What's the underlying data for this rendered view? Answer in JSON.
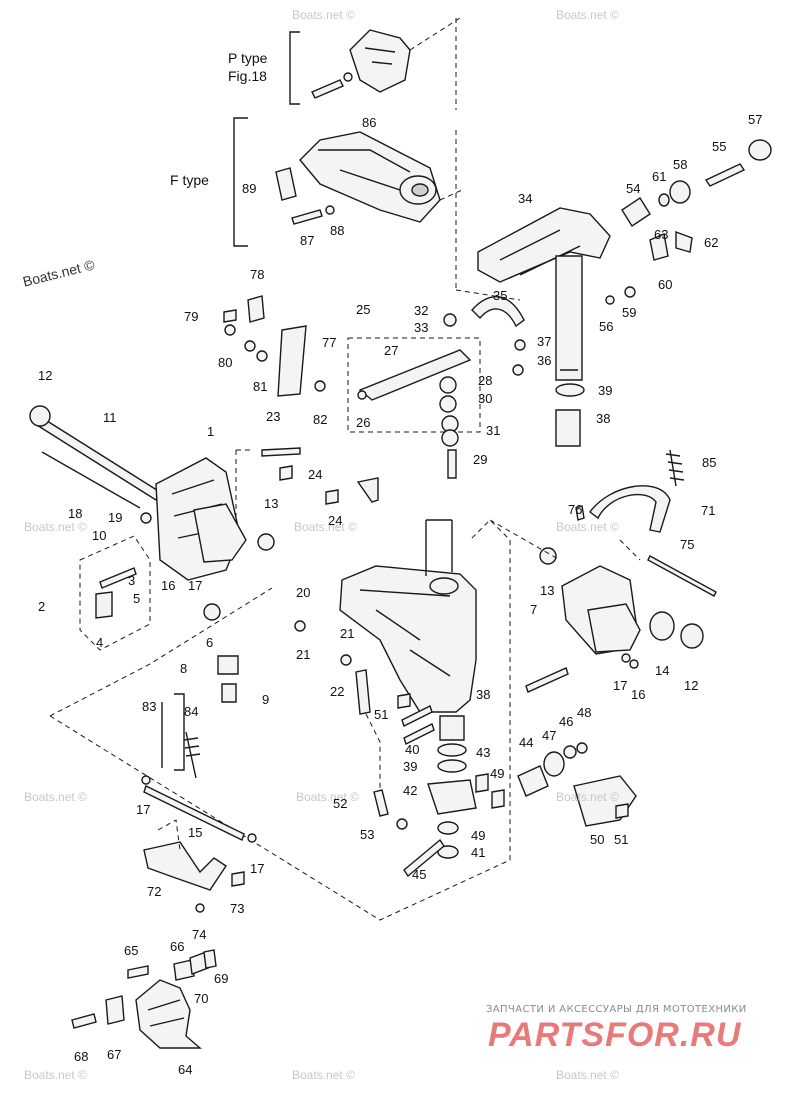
{
  "variants": {
    "p_type_line1": "P type",
    "p_type_line2": "Fig.18",
    "f_type": "F type"
  },
  "watermark": "Boats.net ©",
  "shop": {
    "caption": "ЗАПЧАСТИ И АКСЕССУАРЫ ДЛЯ МОТОТЕХНИКИ",
    "logo": "PARTSFOR.RU"
  },
  "callouts": [
    "1",
    "2",
    "3",
    "4",
    "5",
    "6",
    "7",
    "8",
    "9",
    "10",
    "11",
    "12",
    "13",
    "14",
    "15",
    "16",
    "17",
    "18",
    "19",
    "20",
    "21",
    "22",
    "23",
    "24",
    "25",
    "26",
    "27",
    "28",
    "29",
    "30",
    "31",
    "32",
    "33",
    "34",
    "35",
    "36",
    "37",
    "38",
    "39",
    "40",
    "41",
    "42",
    "43",
    "44",
    "45",
    "46",
    "47",
    "48",
    "49",
    "50",
    "51",
    "52",
    "53",
    "54",
    "55",
    "56",
    "57",
    "58",
    "59",
    "60",
    "61",
    "62",
    "63",
    "64",
    "65",
    "66",
    "67",
    "68",
    "69",
    "70",
    "71",
    "72",
    "73",
    "74",
    "75",
    "76",
    "77",
    "78",
    "79",
    "80",
    "81",
    "82",
    "83",
    "84",
    "85",
    "86",
    "87",
    "88",
    "89"
  ],
  "colors": {
    "line": "#1a1a1a",
    "watermark": "#c8c8c8",
    "shop_logo": "#e97a7a"
  }
}
